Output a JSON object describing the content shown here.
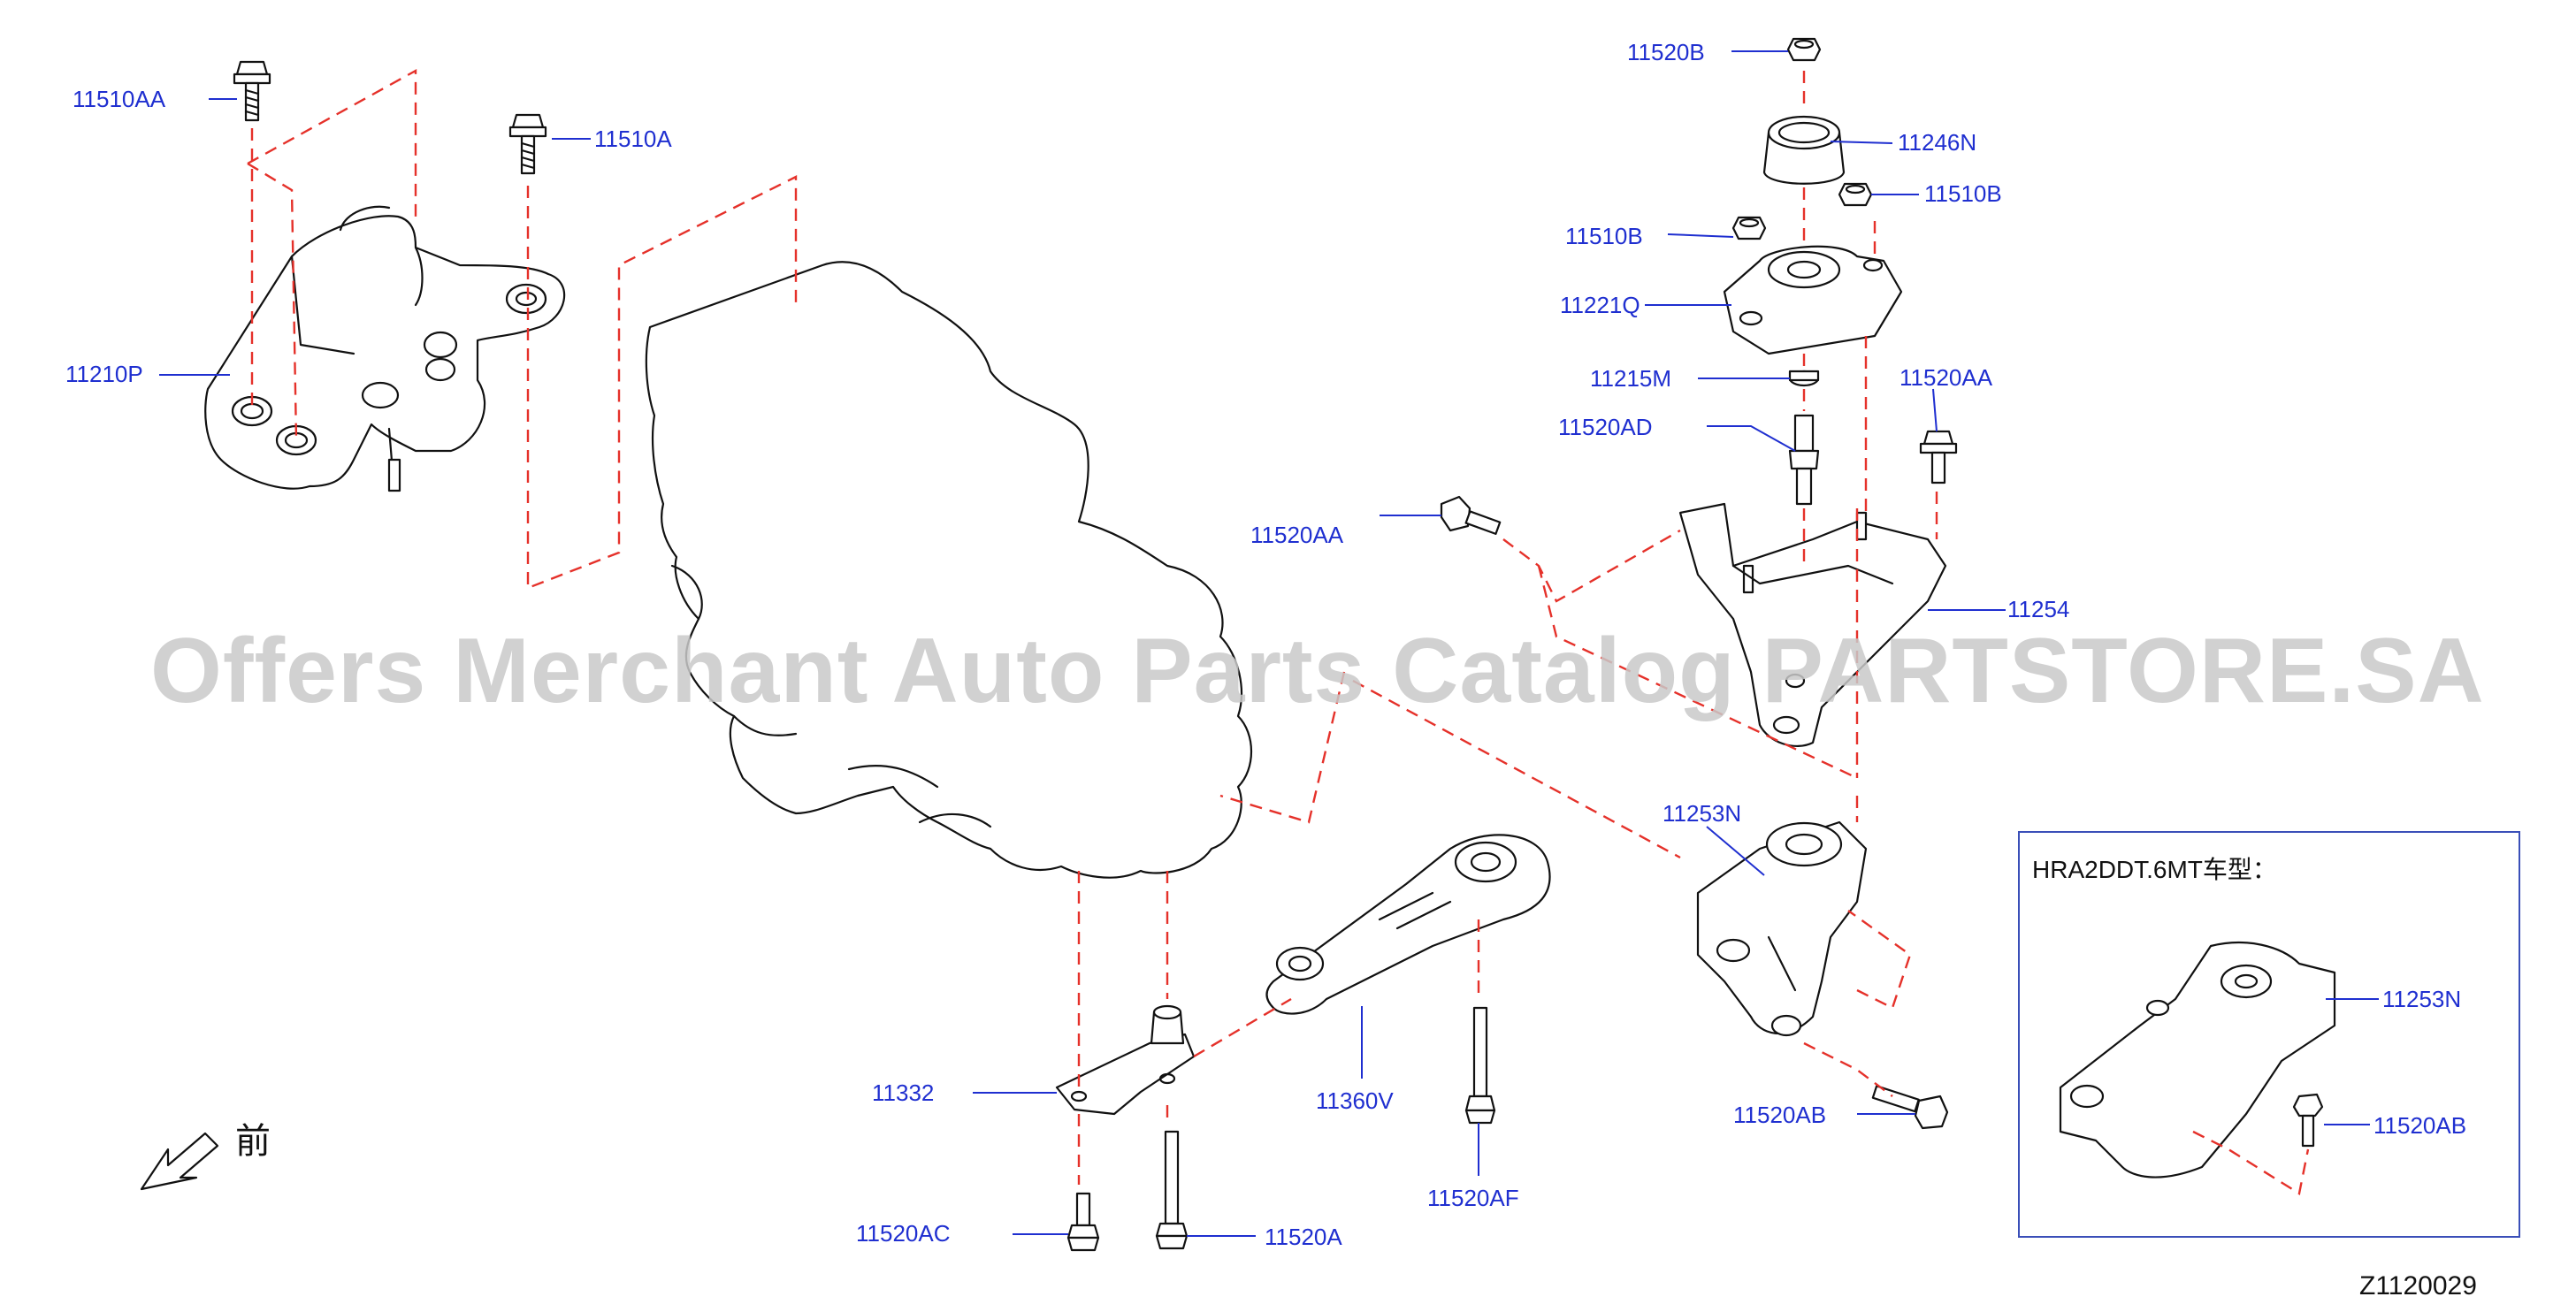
{
  "parts": [
    {
      "id": "11510AA",
      "label": "11510AA"
    },
    {
      "id": "11510A",
      "label": "11510A"
    },
    {
      "id": "11210P",
      "label": "11210P"
    },
    {
      "id": "11520B",
      "label": "11520B"
    },
    {
      "id": "11246N",
      "label": "11246N"
    },
    {
      "id": "11510B_right",
      "label": "11510B"
    },
    {
      "id": "11510B_left",
      "label": "11510B"
    },
    {
      "id": "11221Q",
      "label": "11221Q"
    },
    {
      "id": "11215M",
      "label": "11215M"
    },
    {
      "id": "11520AA_right",
      "label": "11520AA"
    },
    {
      "id": "11520AD",
      "label": "11520AD"
    },
    {
      "id": "11520AA_left",
      "label": "11520AA"
    },
    {
      "id": "11254",
      "label": "11254"
    },
    {
      "id": "11253N",
      "label": "11253N"
    },
    {
      "id": "11520AB",
      "label": "11520AB"
    },
    {
      "id": "11332",
      "label": "11332"
    },
    {
      "id": "11360V",
      "label": "11360V"
    },
    {
      "id": "11520AF",
      "label": "11520AF"
    },
    {
      "id": "11520AC",
      "label": "11520AC"
    },
    {
      "id": "11520A",
      "label": "11520A"
    }
  ],
  "inset": {
    "title": "HRA2DDT.6MT车型：",
    "parts": [
      {
        "id": "inset_11253N",
        "label": "11253N"
      },
      {
        "id": "inset_11520AB",
        "label": "11520AB"
      }
    ]
  },
  "front_label": "前",
  "diagram_id": "Z1120029",
  "watermark": "Offers Merchant Auto Parts Catalog PARTSTORE.SA",
  "colors": {
    "label": "#1f2fd0",
    "leader": "#1f2fd0",
    "dashed": "#e5312a",
    "outline": "#111111",
    "watermark": "#c9c9c9"
  }
}
